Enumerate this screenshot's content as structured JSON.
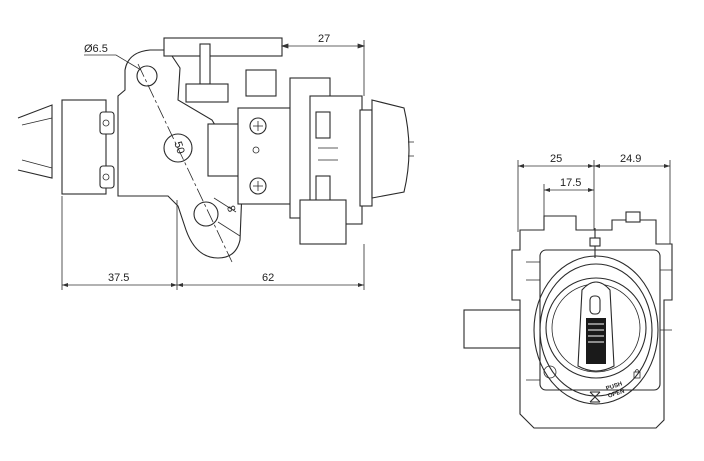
{
  "front_view": {
    "dimensions": {
      "hole_diameter": "Ø6.5",
      "top_offset": "27",
      "radius_label": "50",
      "slot_label": "8",
      "left_width": "37.5",
      "right_width": "62"
    }
  },
  "side_view": {
    "dimensions": {
      "left_width": "25",
      "right_width": "24.9",
      "inner_offset": "17.5"
    },
    "markings": {
      "push": "PUSH",
      "open": "OPEN"
    }
  },
  "colors": {
    "line": "#2a2a2a",
    "knob": "#1a1a1a",
    "background": "#ffffff"
  }
}
